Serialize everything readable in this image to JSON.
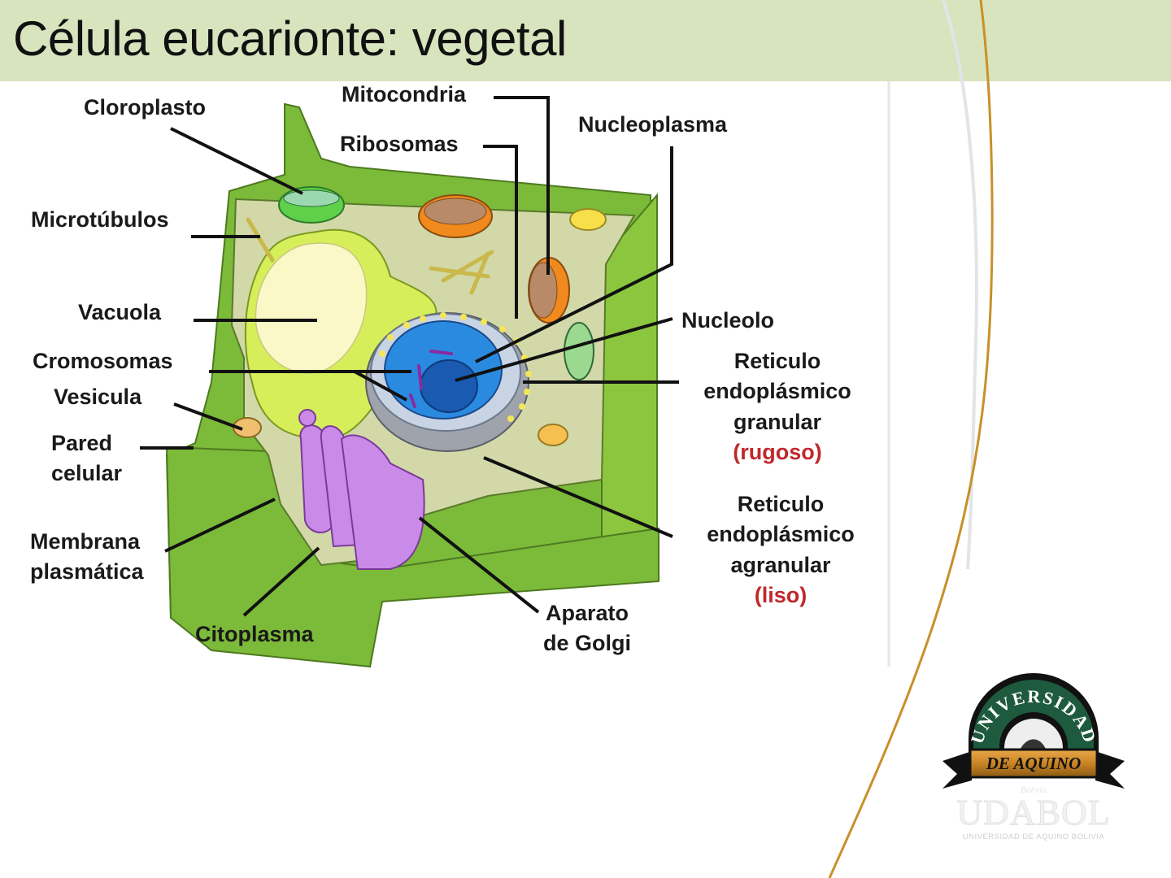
{
  "slide": {
    "title": "Célula eucarionte: vegetal",
    "colors": {
      "title_bar": "#d8e4bd",
      "accent_curve": "#c8902a",
      "secondary_curve": "#e2e4e8",
      "label_highlight": "#c0282c"
    }
  },
  "diagram": {
    "subject": "plant-cell",
    "labels": {
      "cloroplasto": "Cloroplasto",
      "mitocondria": "Mitocondria",
      "ribosomas": "Ribosomas",
      "nucleoplasma": "Nucleoplasma",
      "microtubulos": "Microtúbulos",
      "vacuola": "Vacuola",
      "cromosomas": "Cromosomas",
      "vesicula": "Vesicula",
      "pared_line1": "Pared",
      "pared_line2": "celular",
      "membrana_line1": "Membrana",
      "membrana_line2": "plasmática",
      "citoplasma": "Citoplasma",
      "golgi_line1": "Aparato",
      "golgi_line2": "de Golgi",
      "nucleolo": "Nucleolo",
      "reg_line1": "Reticulo",
      "reg_line2": "endoplásmico",
      "reg_line3": "granular",
      "reg_note": "(rugoso)",
      "rea_line1": "Reticulo",
      "rea_line2": "endoplásmico",
      "rea_line3": "agranular",
      "rea_note": "(liso)"
    }
  },
  "logo": {
    "arch_text": "UNIVERSIDAD",
    "ribbon_text": "DE AQUINO",
    "country": "Bolivia",
    "wordmark": "UDABOL",
    "tagline": "UNIVERSIDAD DE AQUINO BOLIVIA"
  }
}
